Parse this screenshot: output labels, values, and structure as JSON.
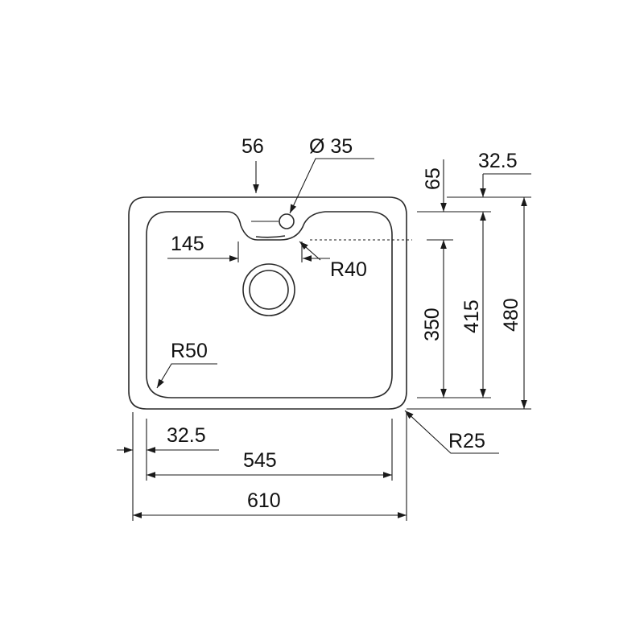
{
  "dimensions": {
    "tap_offset": "56",
    "tap_hole_diameter": "Ø 35",
    "bowl_overflow_offset": "145",
    "notch_radius": "R40",
    "bowl_corner_radius": "R50",
    "outer_corner_radius": "R25",
    "side_rim_width": "32.5",
    "bowl_width": "545",
    "overall_width": "610",
    "top_rim_depth": "65",
    "bottom_rim_depth": "32.5",
    "bowl_depth": "350",
    "inner_depth": "415",
    "overall_depth": "480"
  }
}
